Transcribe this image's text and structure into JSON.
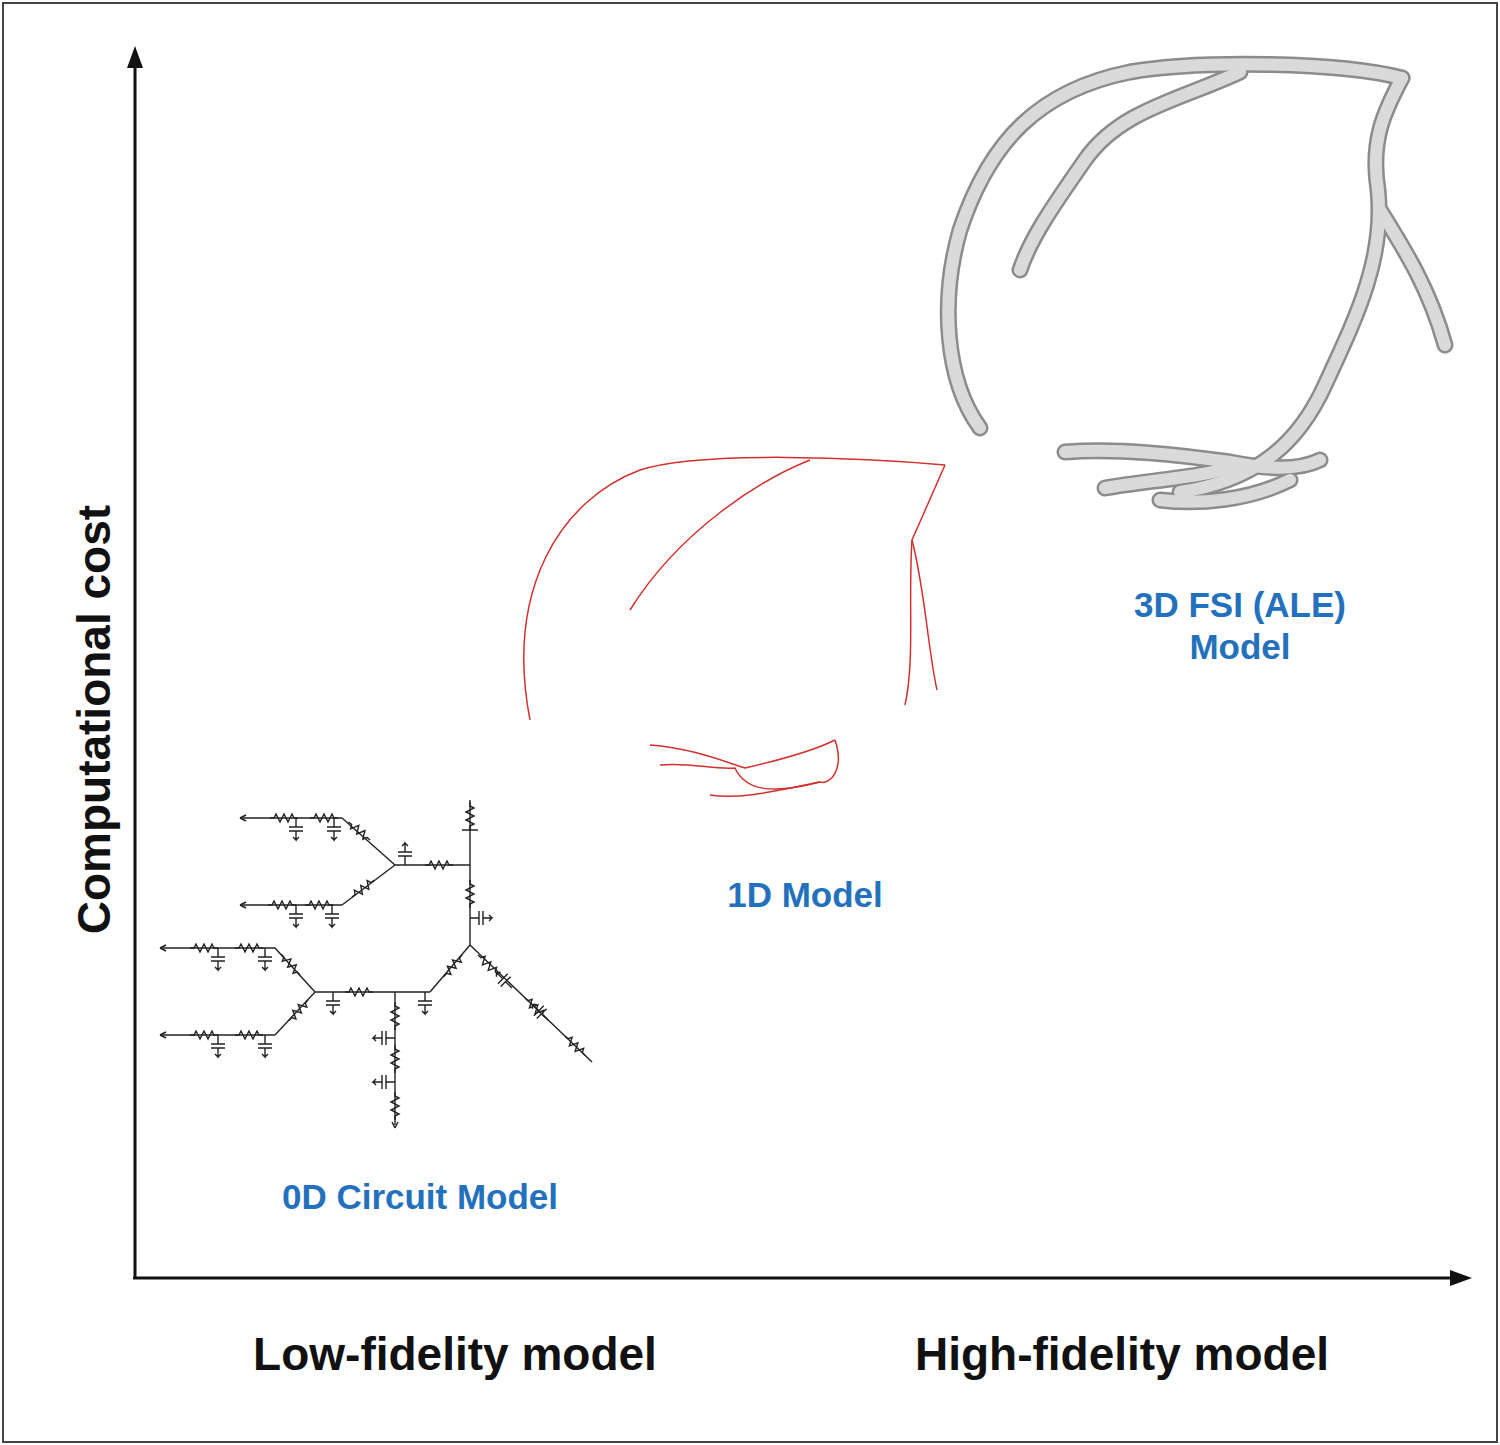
{
  "diagram": {
    "labels": [
      "Computational cost",
      "3D FSI (ALE) Model",
      "1D Model",
      "0D Circuit Model",
      "Low-fidelity model",
      "High-fidelity model"
    ]
  }
}
